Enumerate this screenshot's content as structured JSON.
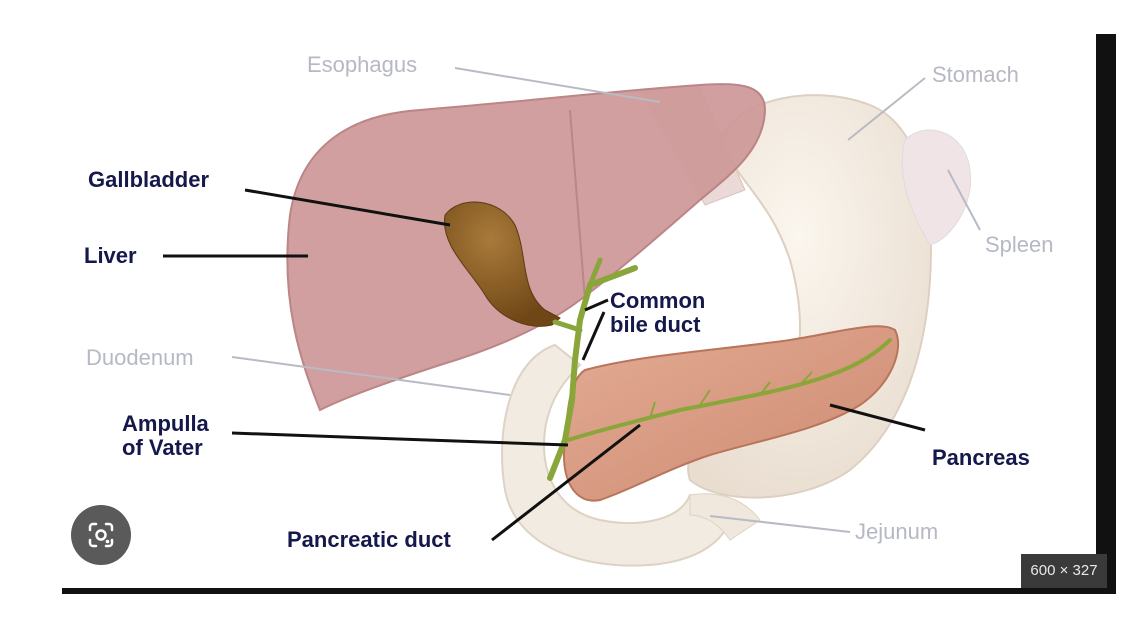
{
  "labels": {
    "esophagus": "Esophagus",
    "stomach": "Stomach",
    "gallbladder": "Gallbladder",
    "liver": "Liver",
    "spleen": "Spleen",
    "common_bile_duct": "Common\nbile duct",
    "duodenum": "Duodenum",
    "ampulla": "Ampulla\nof Vater",
    "pancreas": "Pancreas",
    "jejunum": "Jejunum",
    "pancreatic_duct": "Pancreatic duct"
  },
  "image_dimensions": "600 × 327",
  "icons": {
    "lens": "visual-search-lens-icon"
  },
  "colors": {
    "label_dark": "#15184a",
    "label_light": "#b6b8c4",
    "liver": "#cf9a9a",
    "gallbladder": "#8a5a1e",
    "stomach": "#f1e8dd",
    "pancreas": "#d9997e",
    "bile_duct": "#8aa63a"
  }
}
